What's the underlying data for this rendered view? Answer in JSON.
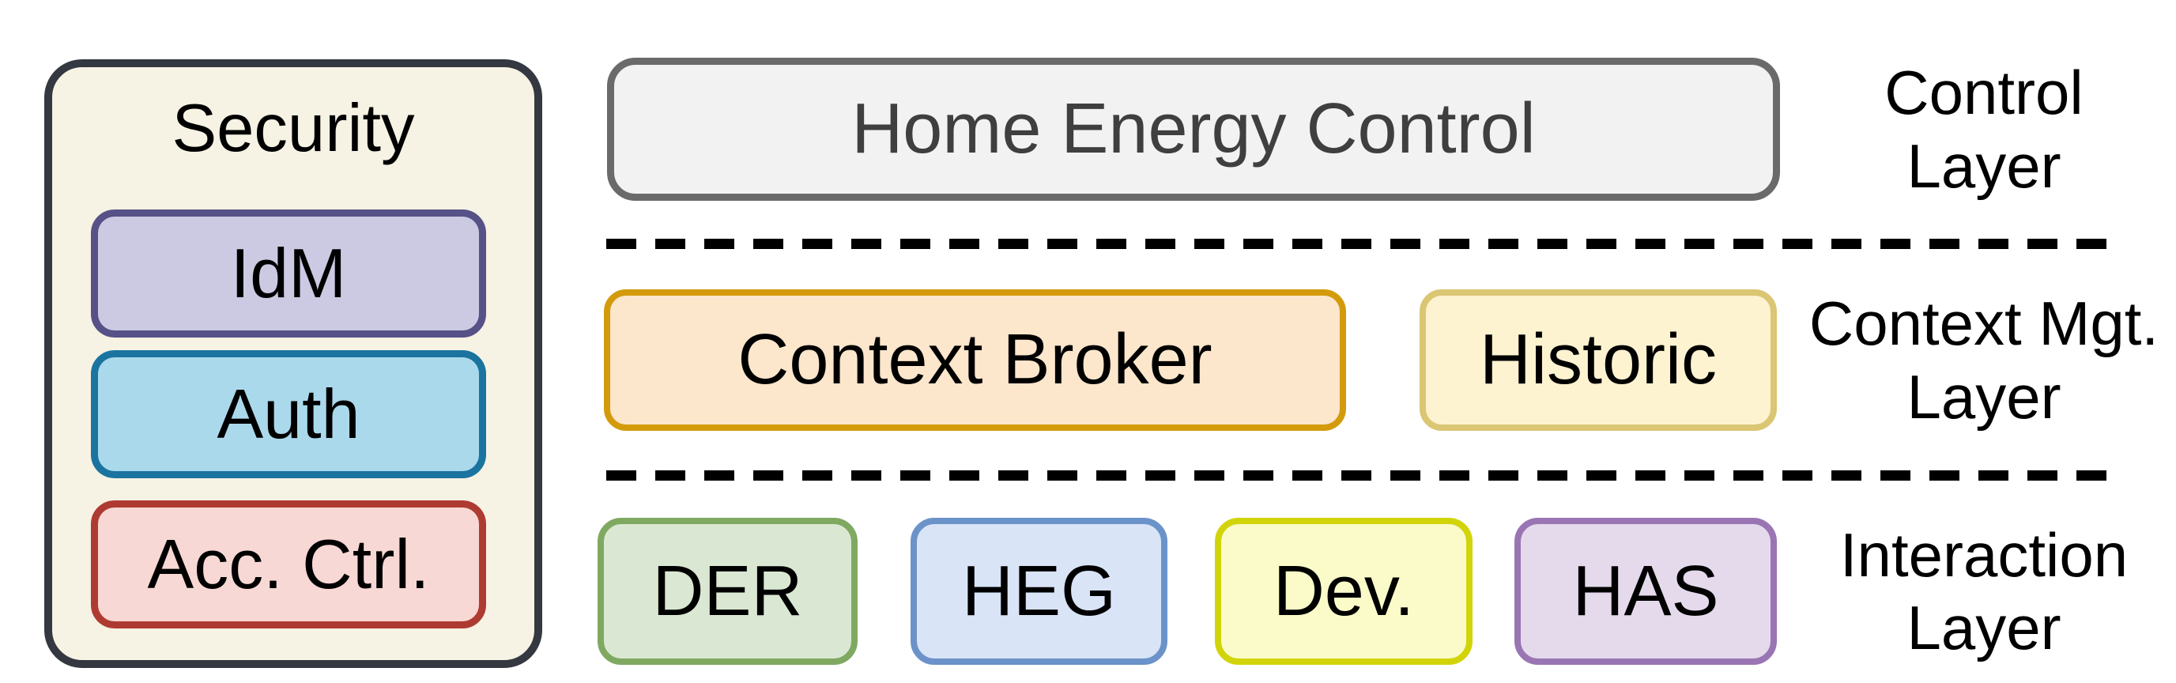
{
  "page": {
    "background": "#ffffff",
    "divider_color": "#000000"
  },
  "security_panel": {
    "title": "Security",
    "fill": "#f6f2e4",
    "border": "#343840",
    "items": [
      {
        "id": "idm",
        "label": "IdM",
        "fill": "#cccae3",
        "border": "#565186"
      },
      {
        "id": "auth",
        "label": "Auth",
        "fill": "#abd9ec",
        "border": "#1a749f"
      },
      {
        "id": "acc_ctrl",
        "label": "Acc. Ctrl.",
        "fill": "#f8d8d4",
        "border": "#ae3b31"
      }
    ]
  },
  "layers": [
    {
      "id": "control",
      "label_lines": [
        "Control",
        "Layer"
      ],
      "boxes": [
        {
          "id": "hec",
          "label": "Home Energy Control",
          "fill": "#f2f2f2",
          "border": "#6a6a6a",
          "text_color": "#3f3f3f"
        }
      ]
    },
    {
      "id": "context_mgt",
      "label_lines": [
        "Context Mgt.",
        "Layer"
      ],
      "boxes": [
        {
          "id": "context_broker",
          "label": "Context Broker",
          "fill": "#fce6cc",
          "border": "#d39b0c",
          "text_color": "#000000"
        },
        {
          "id": "historic",
          "label": "Historic",
          "fill": "#fdf3d0",
          "border": "#dac673",
          "text_color": "#000000"
        }
      ]
    },
    {
      "id": "interaction",
      "label_lines": [
        "Interaction",
        "Layer"
      ],
      "boxes": [
        {
          "id": "der",
          "label": "DER",
          "fill": "#dae8d3",
          "border": "#7fa961",
          "text_color": "#000000"
        },
        {
          "id": "heg",
          "label": "HEG",
          "fill": "#d9e4f7",
          "border": "#6b93c9",
          "text_color": "#000000"
        },
        {
          "id": "dev",
          "label": "Dev.",
          "fill": "#fafbc9",
          "border": "#d2d40a",
          "text_color": "#000000"
        },
        {
          "id": "has",
          "label": "HAS",
          "fill": "#e5daec",
          "border": "#9a75b4",
          "text_color": "#000000"
        }
      ]
    }
  ]
}
